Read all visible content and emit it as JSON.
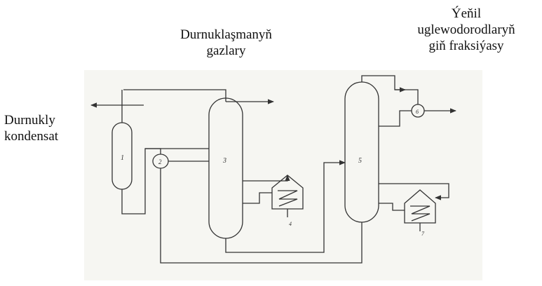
{
  "labels": {
    "stabilization_gases": [
      "Durnuklaşmanyň",
      "gazlary"
    ],
    "light_hydrocarbons": [
      "Ýeňil",
      "uglewodorodlaryň",
      "giň fraksiýasy"
    ],
    "unstable_condensate": [
      "Durnukly",
      "kondensat"
    ]
  },
  "equipment_marks": {
    "vessel_1": "1",
    "heat_exchanger_2": "2",
    "column_3": "3",
    "column_5": "5",
    "condenser_6": "6",
    "furnace_4": "4",
    "furnace_7": "7"
  },
  "colors": {
    "line": "#333333",
    "paper": "#f6f6f2",
    "text": "#111111"
  }
}
